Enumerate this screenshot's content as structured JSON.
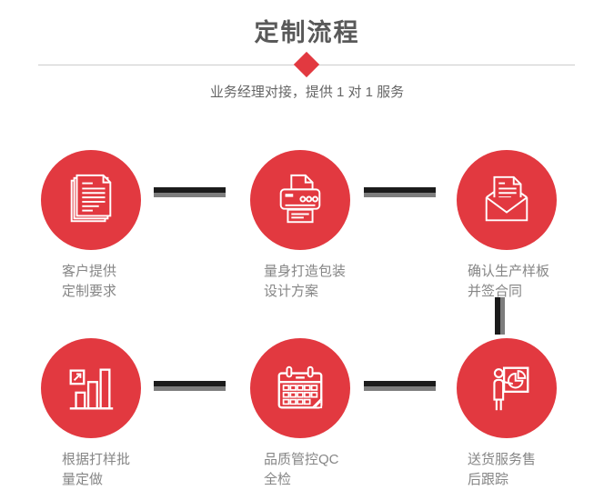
{
  "header": {
    "title": "定制流程",
    "subtitle": "业务经理对接，提供 1 对 1 服务"
  },
  "colors": {
    "accent_red": "#e23940",
    "title_text": "#595959",
    "label_text": "#868686",
    "divider_line": "#cccccc",
    "connector_black": "#1b1b1b",
    "connector_gray": "#7d7d7d",
    "icon_stroke": "#ffffff"
  },
  "steps": [
    {
      "icon": "documents-icon",
      "label_line1": "客户提供",
      "label_line2": "定制要求"
    },
    {
      "icon": "printer-icon",
      "label_line1": "量身打造包装",
      "label_line2": "设计方案"
    },
    {
      "icon": "envelope-icon",
      "label_line1": "确认生产样板",
      "label_line2": "并签合同"
    },
    {
      "icon": "bar-chart-icon",
      "label_line1": "根据打样批",
      "label_line2": "量定做"
    },
    {
      "icon": "calendar-icon",
      "label_line1": "品质管控QC",
      "label_line2": "全检"
    },
    {
      "icon": "presentation-icon",
      "label_line1": "送货服务售",
      "label_line2": "后跟踪"
    }
  ]
}
